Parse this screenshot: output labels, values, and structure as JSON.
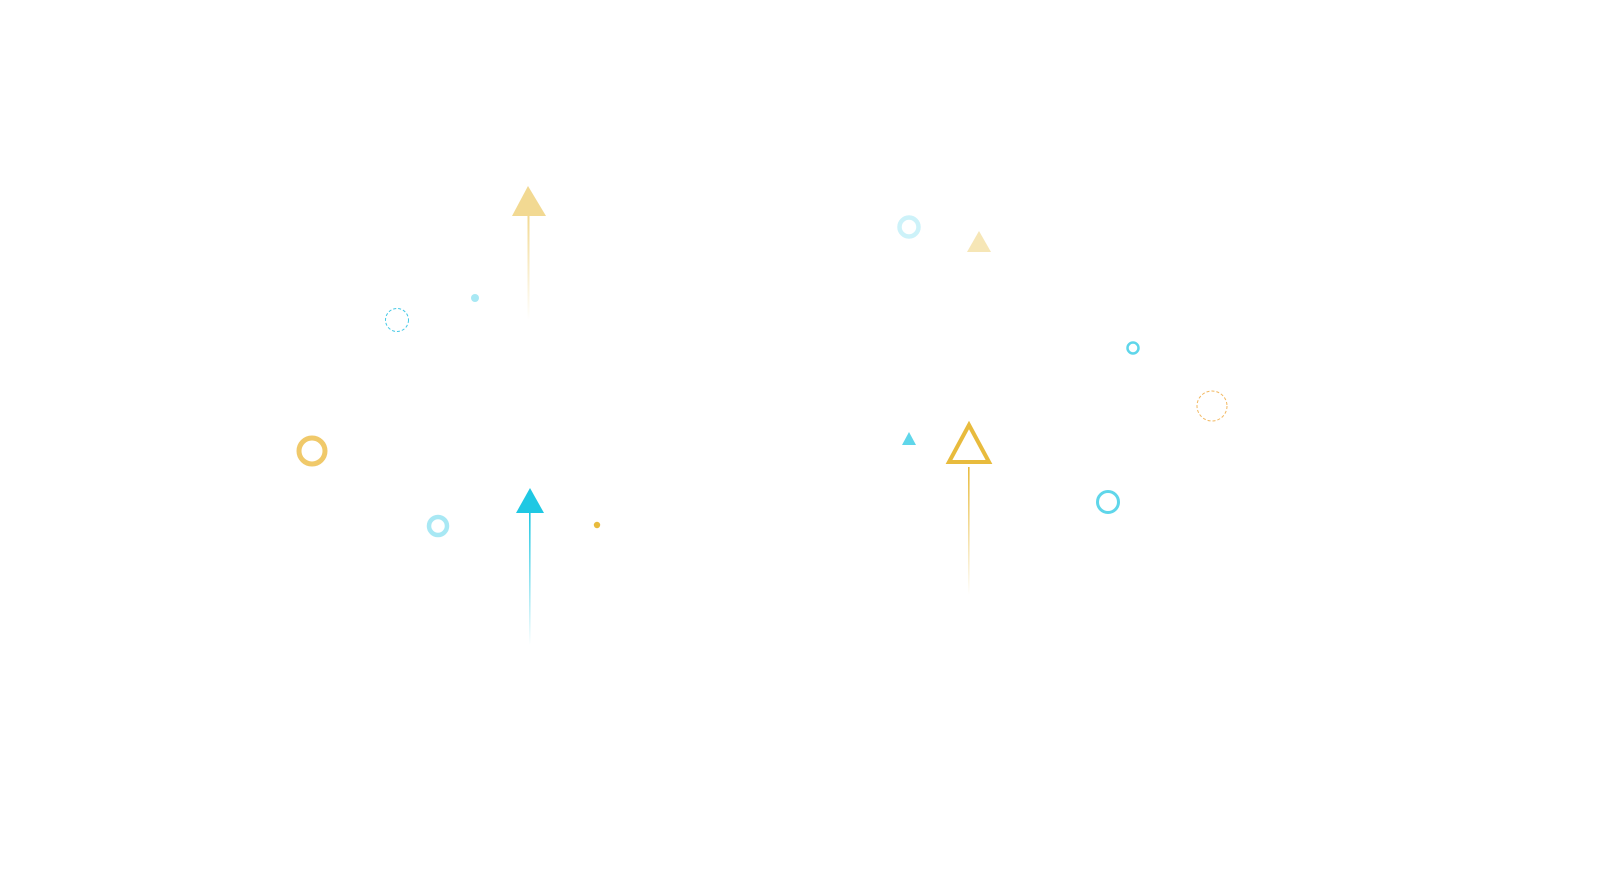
{
  "colors": {
    "background": "#ffffff",
    "cyan": "#1fc8e3",
    "cyan_light": "#a8e8f4",
    "cyan_pale": "#cdf2f9",
    "gold": "#e8bb3d",
    "gold_light": "#f2d992",
    "gold_pale": "#f6e6b6",
    "orange_dashed": "#f2b860"
  },
  "shapes": [
    {
      "name": "arrow-gold-large-icon",
      "kind": "arrow"
    },
    {
      "name": "arrow-cyan-solid-icon",
      "kind": "arrow"
    },
    {
      "name": "arrow-gold-pale-icon",
      "kind": "arrow"
    },
    {
      "name": "arrow-cyan-small-icon",
      "kind": "arrow"
    },
    {
      "name": "arrow-gold-outline-icon",
      "kind": "arrow"
    },
    {
      "name": "ring-gold-icon",
      "kind": "ring"
    },
    {
      "name": "ring-cyan-light-icon",
      "kind": "ring"
    },
    {
      "name": "ring-cyan-pale-icon",
      "kind": "ring"
    },
    {
      "name": "ring-cyan-small-icon",
      "kind": "ring"
    },
    {
      "name": "ring-cyan-medium-icon",
      "kind": "ring"
    },
    {
      "name": "dashed-circle-cyan-icon",
      "kind": "dashed-circle"
    },
    {
      "name": "dashed-circle-orange-icon",
      "kind": "dashed-circle"
    },
    {
      "name": "dot-cyan-icon",
      "kind": "dot"
    },
    {
      "name": "dot-gold-icon",
      "kind": "dot"
    }
  ]
}
